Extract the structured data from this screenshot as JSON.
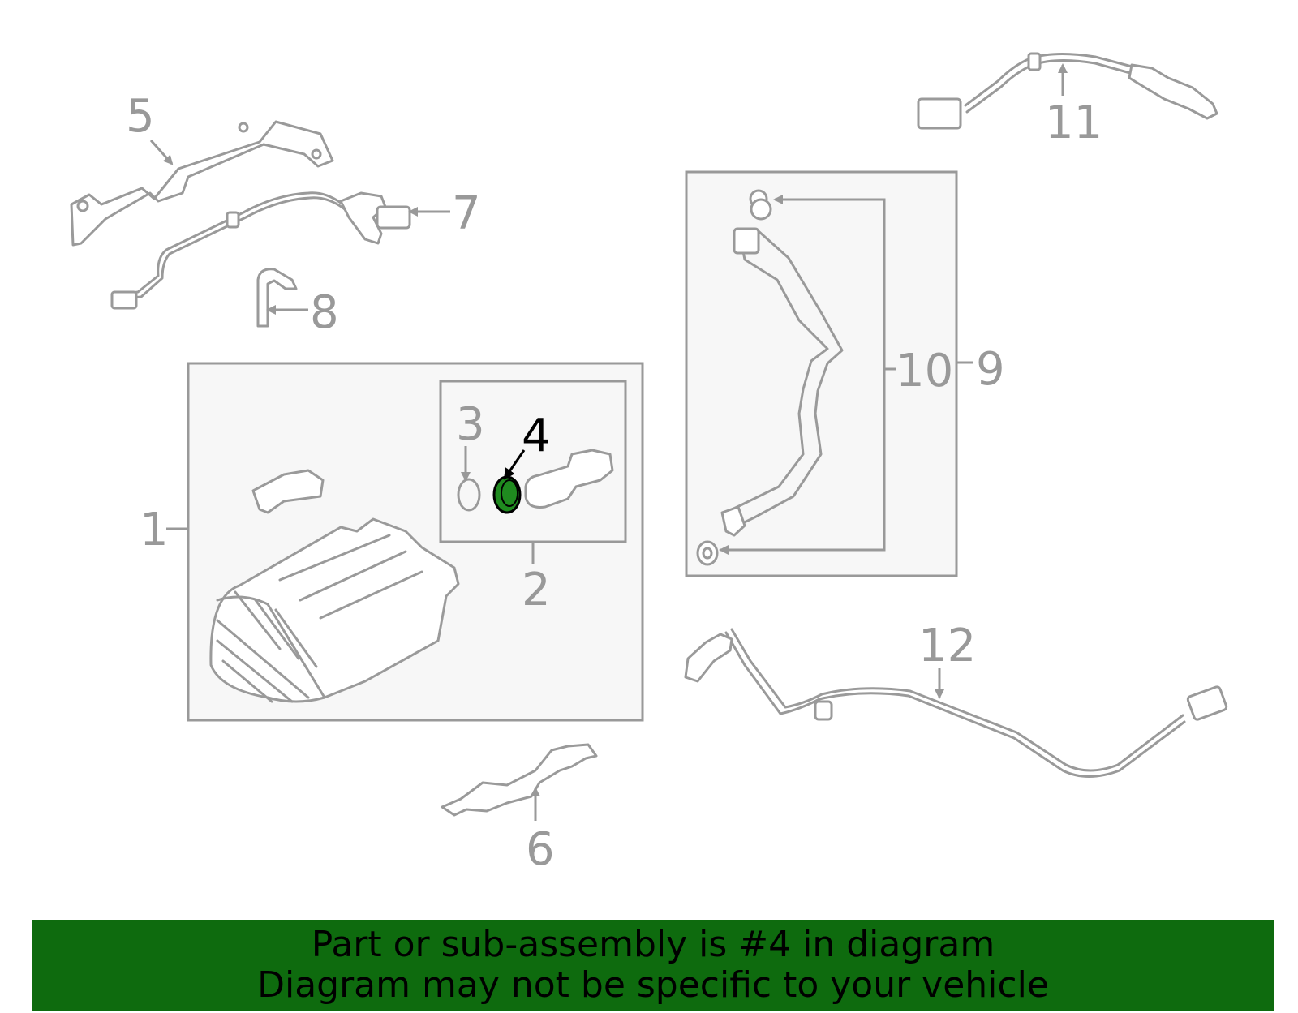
{
  "diagram": {
    "highlight_color": "#0e6b0e",
    "callouts": [
      {
        "id": "1",
        "label": "1",
        "highlighted": false
      },
      {
        "id": "2",
        "label": "2",
        "highlighted": false
      },
      {
        "id": "3",
        "label": "3",
        "highlighted": false
      },
      {
        "id": "4",
        "label": "4",
        "highlighted": true
      },
      {
        "id": "5",
        "label": "5",
        "highlighted": false
      },
      {
        "id": "6",
        "label": "6",
        "highlighted": false
      },
      {
        "id": "7",
        "label": "7",
        "highlighted": false
      },
      {
        "id": "8",
        "label": "8",
        "highlighted": false
      },
      {
        "id": "9",
        "label": "9",
        "highlighted": false
      },
      {
        "id": "10",
        "label": "10",
        "highlighted": false
      },
      {
        "id": "11",
        "label": "11",
        "highlighted": false
      },
      {
        "id": "12",
        "label": "12",
        "highlighted": false
      }
    ]
  },
  "banner": {
    "line1": "Part or sub-assembly is #4 in diagram",
    "line2": "Diagram may not be specific to your vehicle",
    "background": "#0e6b0e"
  }
}
